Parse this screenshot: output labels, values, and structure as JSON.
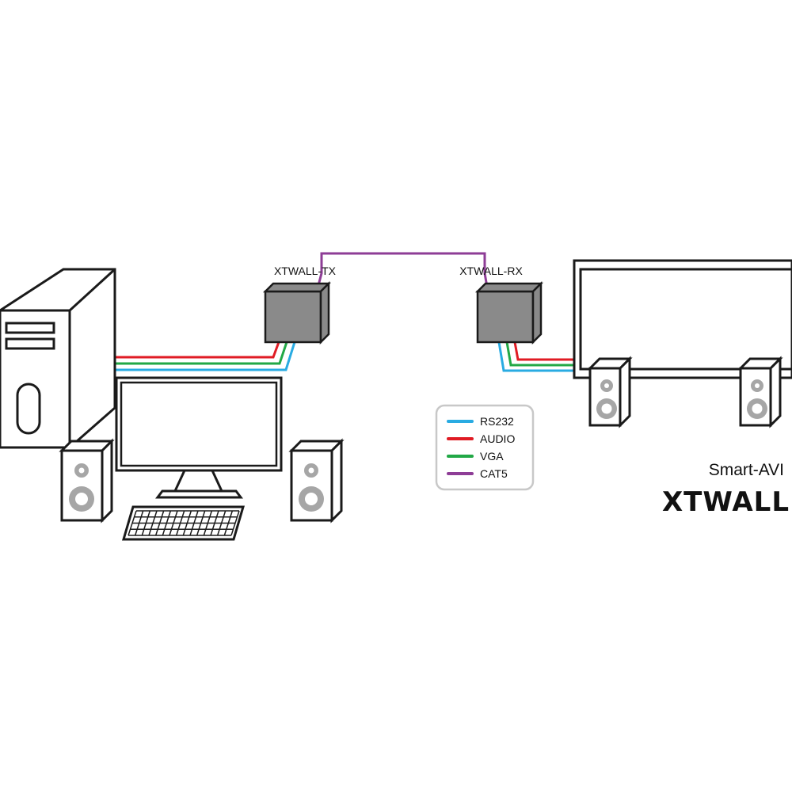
{
  "colors": {
    "rs232": "#29abe2",
    "audio": "#e01b24",
    "vga": "#22a846",
    "cat5": "#8e3d96",
    "device_gray": "#8a8a8a",
    "speaker_gray": "#a6a6a6",
    "outline": "#1a1a1a"
  },
  "devices": {
    "tx_label": "XTWALL-TX",
    "rx_label": "XTWALL-RX"
  },
  "legend": {
    "items": [
      {
        "label": "RS232",
        "color": "#29abe2"
      },
      {
        "label": "AUDIO",
        "color": "#e01b24"
      },
      {
        "label": "VGA",
        "color": "#22a846"
      },
      {
        "label": "CAT5",
        "color": "#8e3d96"
      }
    ]
  },
  "brand": {
    "company": "Smart-AVI",
    "product": "XTWALL"
  },
  "icons": [
    "computer-tower-icon",
    "monitor-icon",
    "keyboard-icon",
    "speaker-icon",
    "video-wall-display-icon",
    "extender-box-icon"
  ]
}
